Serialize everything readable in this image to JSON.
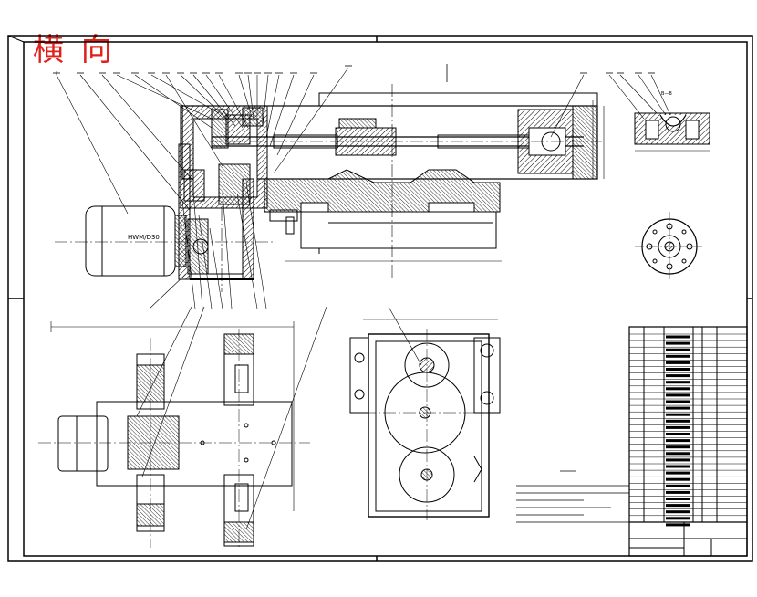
{
  "stamp": {
    "text": "横 向",
    "color": "#e0201a"
  },
  "motor_label": "HWM/D30",
  "section_label": "B—B",
  "colors": {
    "line": "#000000",
    "hatch": "#000000",
    "stamp": "#e0201a"
  }
}
